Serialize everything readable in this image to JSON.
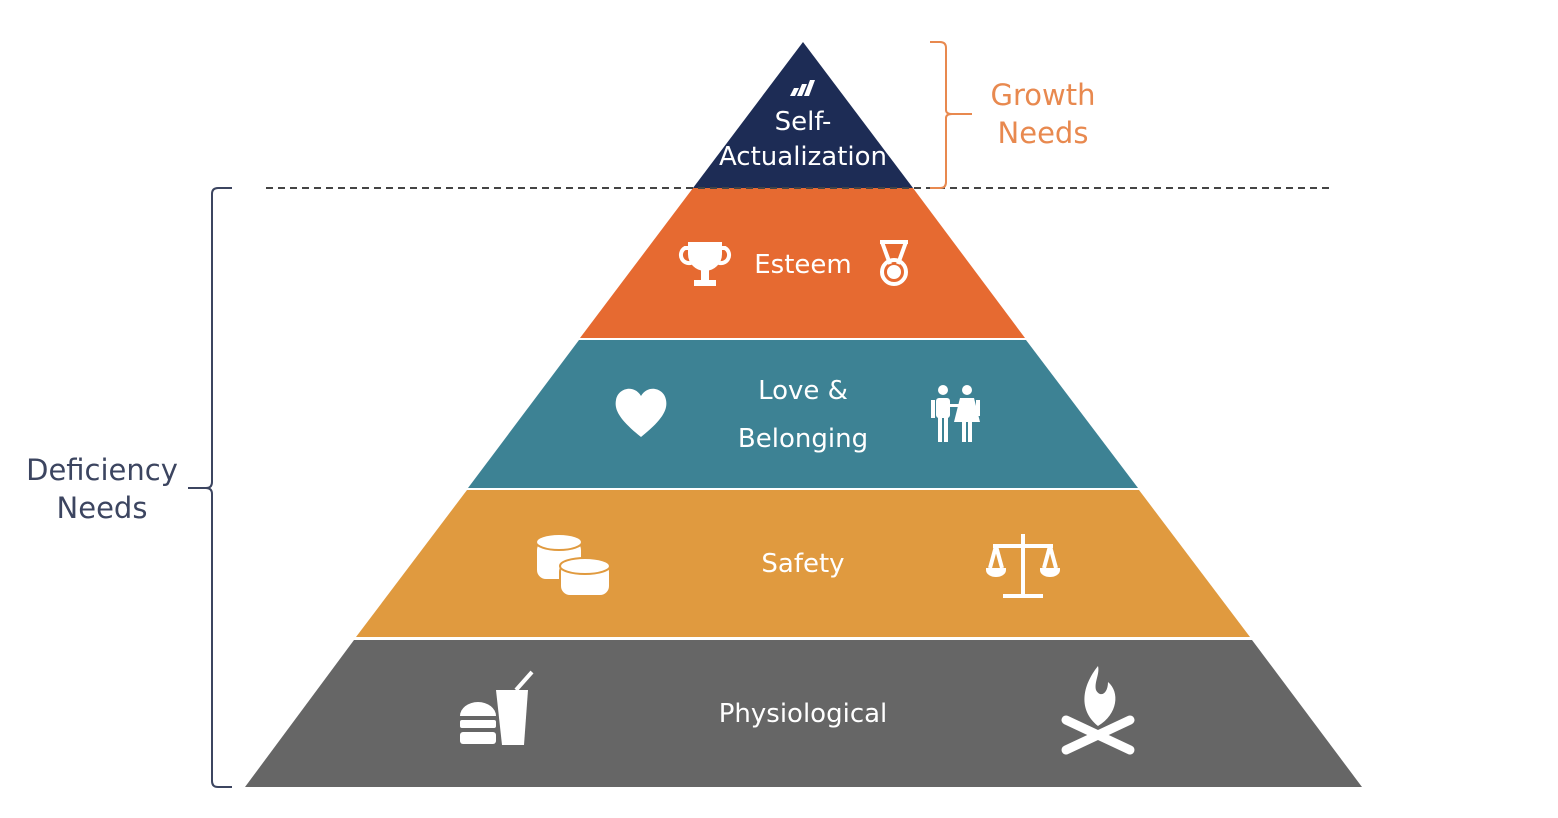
{
  "levels": [
    {
      "line1": "Self-",
      "line2": "Actualization",
      "color": "#1d2c55",
      "icons": [
        "signal-bars-icon"
      ]
    },
    {
      "label": "Esteem",
      "color": "#e66a31",
      "icons": [
        "trophy-icon",
        "medal-icon"
      ]
    },
    {
      "line1": "Love &",
      "line2": "Belonging",
      "color": "#3d8294",
      "icons": [
        "heart-icon",
        "couple-icon"
      ]
    },
    {
      "label": "Safety",
      "color": "#e09a3f",
      "icons": [
        "coins-icon",
        "scales-icon"
      ]
    },
    {
      "label": "Physiological",
      "color": "#666666",
      "icons": [
        "food-drink-icon",
        "campfire-icon"
      ]
    }
  ],
  "growth": {
    "line1": "Growth",
    "line2": "Needs",
    "color": "#e8894f"
  },
  "deficiency": {
    "line1": "Deficiency",
    "line2": "Needs",
    "color": "#3c4560"
  }
}
